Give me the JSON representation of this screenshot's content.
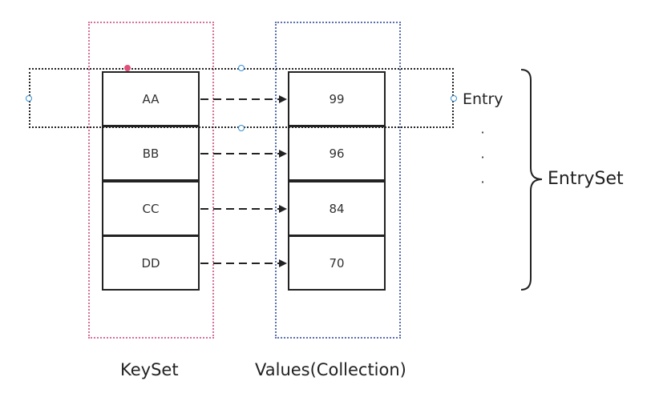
{
  "keys": [
    "AA",
    "BB",
    "CC",
    "DD"
  ],
  "values": [
    "99",
    "96",
    "84",
    "70"
  ],
  "labels": {
    "entry": "Entry",
    "ellipsis": "·\n·\n·",
    "entry_set": "EntrySet",
    "key_set": "KeySet",
    "values_collection": "Values(Collection)"
  },
  "colors": {
    "key_set_border": "#d6709a",
    "values_border": "#5b6fb0",
    "entry_border": "#222222",
    "arrow": "#222222",
    "selection_handle": "#3a8fd0",
    "anchor_handle": "#e0507a"
  }
}
